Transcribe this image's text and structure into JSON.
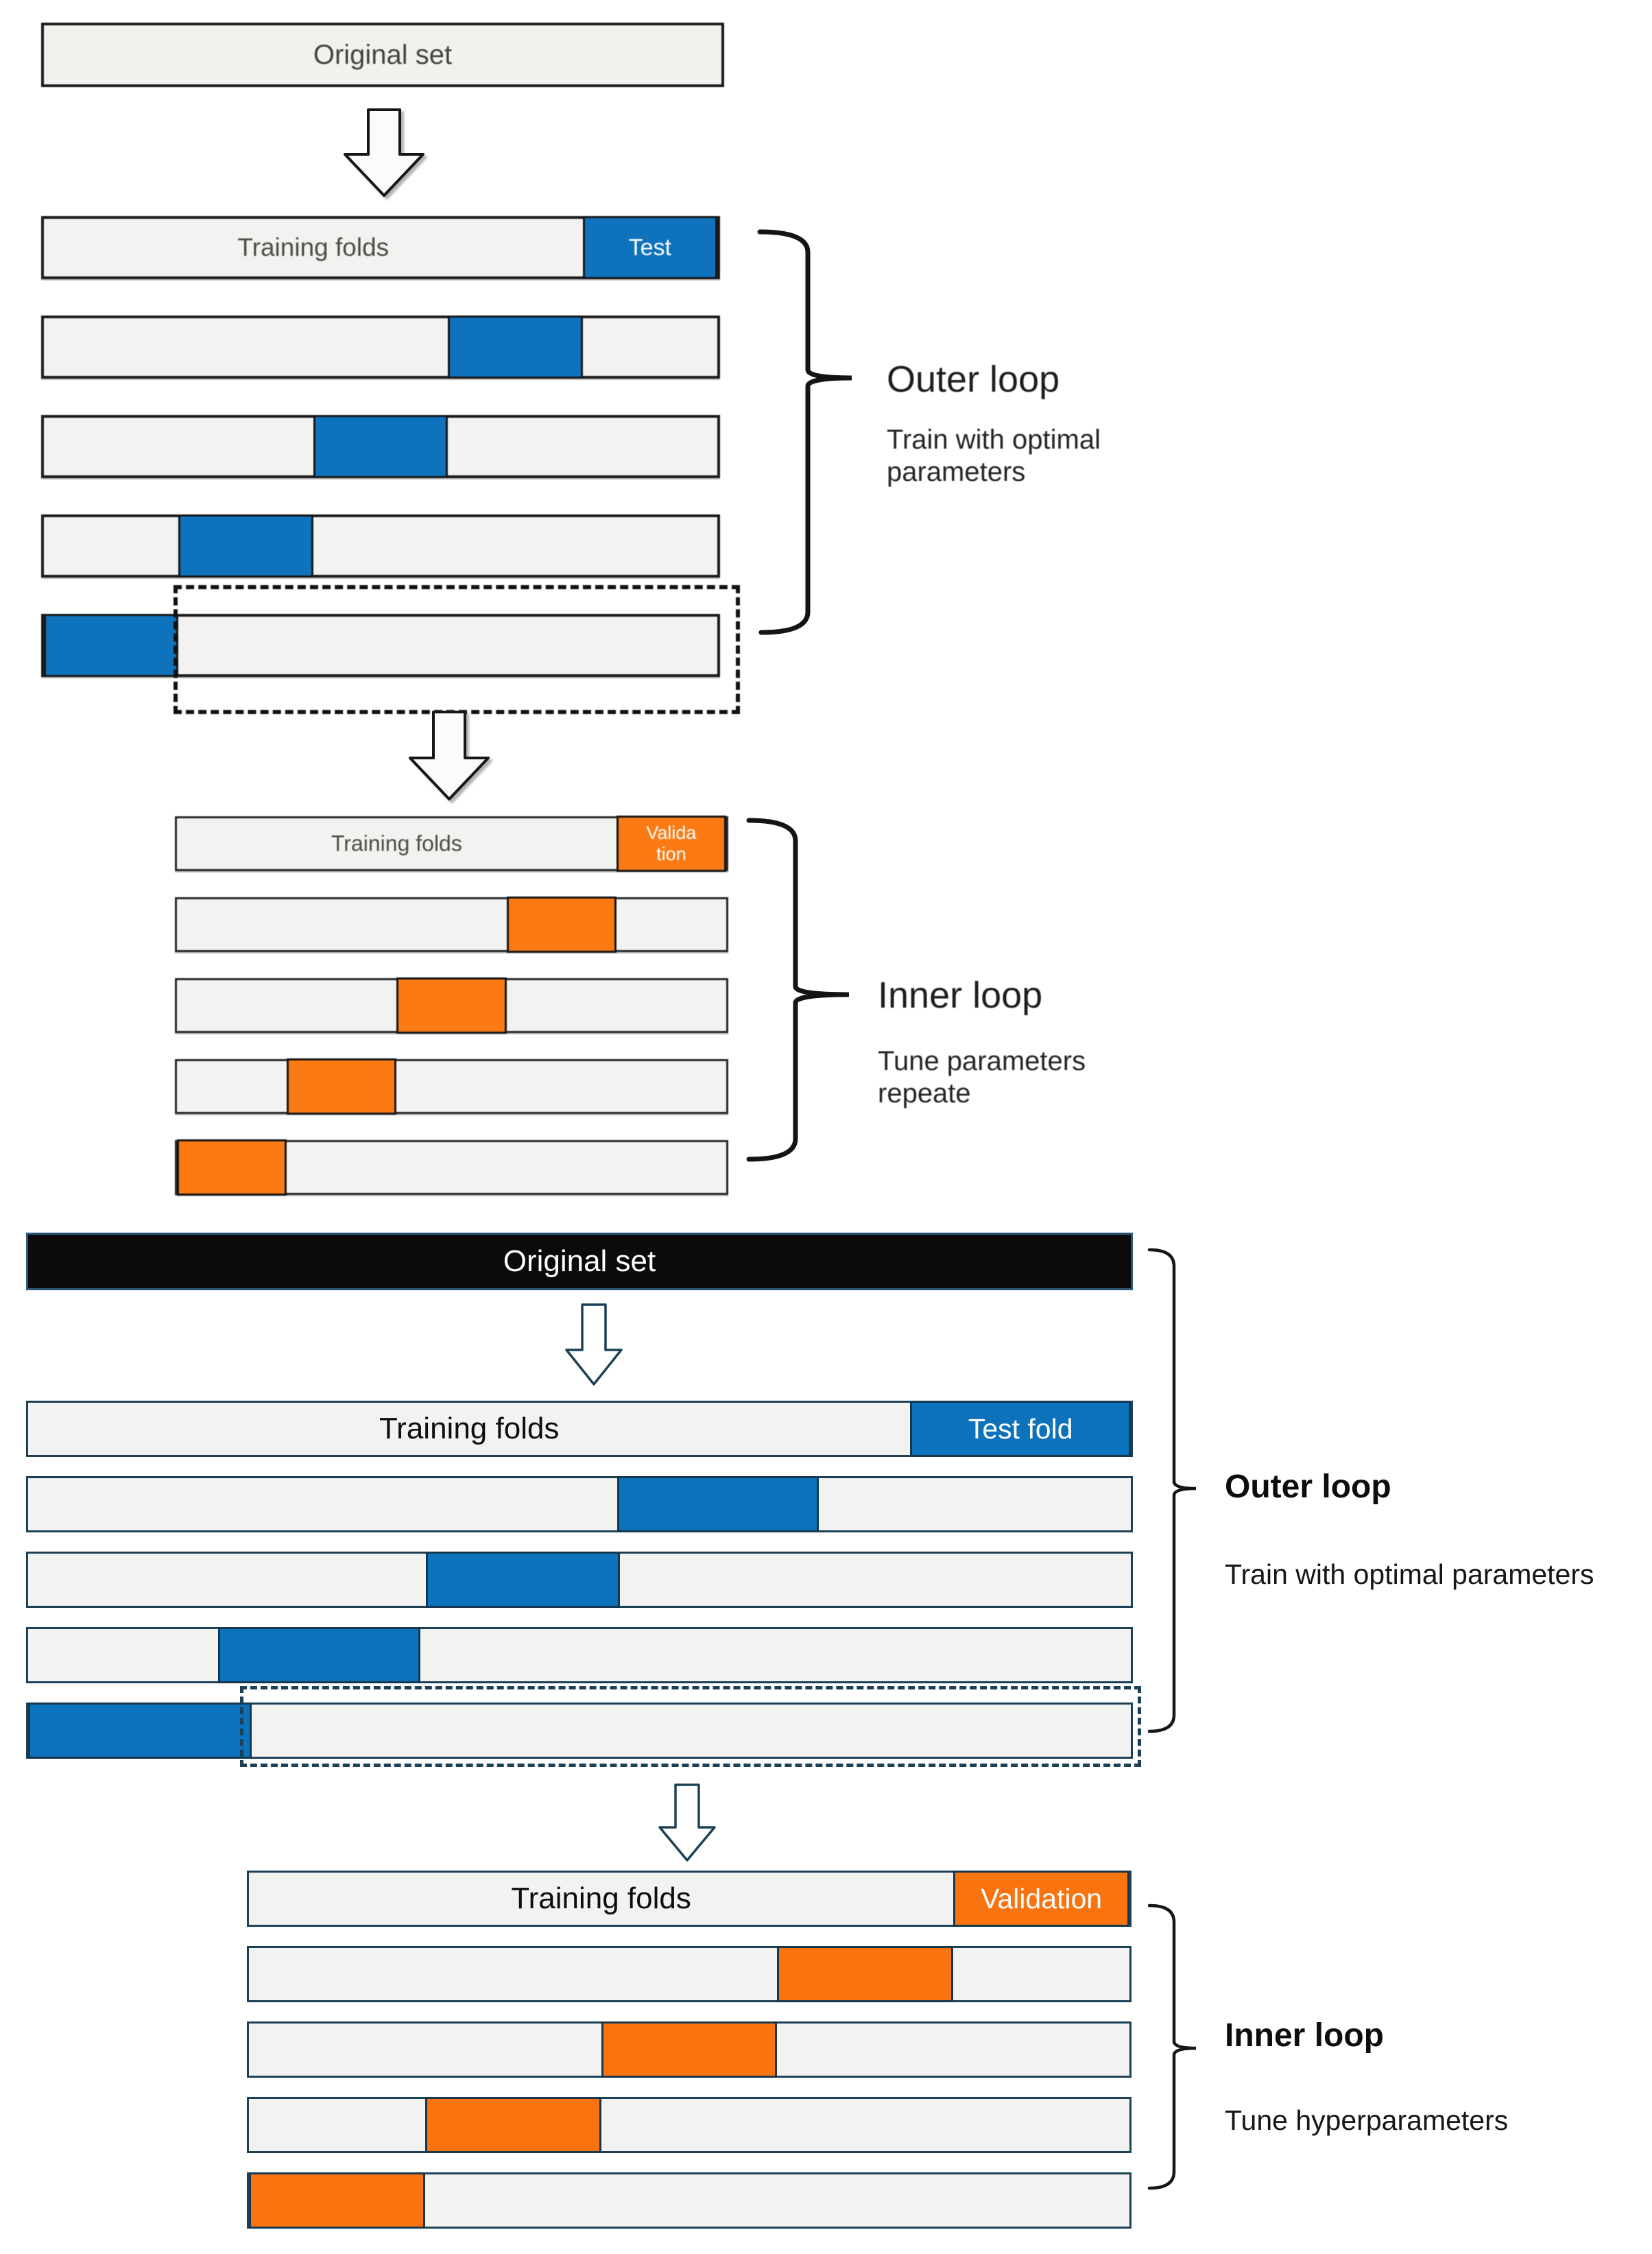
{
  "colors": {
    "blue": "#0D72BC",
    "orange_top": "#FB7A14",
    "orange_bottom": "#F9730F",
    "bar_fill": "#F2F2F0",
    "top_border": "#1B1B1B",
    "bottom_border": "#1C4156",
    "black_bar": "#0B0B0B"
  },
  "top": {
    "original_set": "Original set",
    "rows_outer": {
      "training_label": "Training folds",
      "test_label": "Test",
      "folds": [
        {
          "from": 80,
          "to": 100
        },
        {
          "from": 60,
          "to": 80
        },
        {
          "from": 40,
          "to": 60
        },
        {
          "from": 20,
          "to": 40
        },
        {
          "from": 0,
          "to": 20
        }
      ]
    },
    "outer_title": "Outer loop",
    "outer_desc": "Train with optimal\nparameters",
    "rows_inner": {
      "training_label": "Training folds",
      "validation_label": "Valida\ntion",
      "folds": [
        {
          "from": 80,
          "to": 100
        },
        {
          "from": 60,
          "to": 80
        },
        {
          "from": 40,
          "to": 60
        },
        {
          "from": 20,
          "to": 40
        },
        {
          "from": 0,
          "to": 20
        }
      ]
    },
    "inner_title": "Inner loop",
    "inner_desc": "Tune parameters\nrepeate"
  },
  "bottom": {
    "original_set": "Original set",
    "rows_outer": {
      "training_label": "Training folds",
      "test_label": "Test fold",
      "folds": [
        {
          "from": 80,
          "to": 100
        },
        {
          "from": 53.4,
          "to": 71.7
        },
        {
          "from": 36.1,
          "to": 53.7
        },
        {
          "from": 17.2,
          "to": 35.6
        },
        {
          "from": 0,
          "to": 20.3
        }
      ]
    },
    "outer_title": "Outer loop",
    "outer_desc": "Train with optimal parameters",
    "rows_inner": {
      "training_label": "Training folds",
      "validation_label": "Validation",
      "folds": [
        {
          "from": 80,
          "to": 100
        },
        {
          "from": 60,
          "to": 80
        },
        {
          "from": 40,
          "to": 60
        },
        {
          "from": 20,
          "to": 40
        },
        {
          "from": 0,
          "to": 20
        }
      ]
    },
    "inner_title": "Inner loop",
    "inner_desc": "Tune hyperparameters"
  }
}
